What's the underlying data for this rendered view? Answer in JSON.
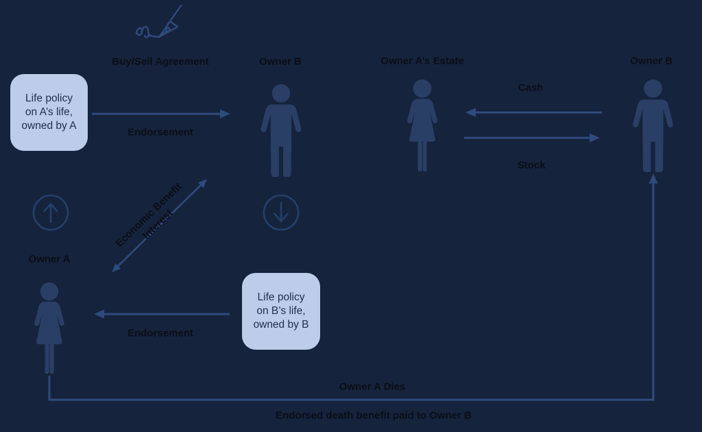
{
  "colors": {
    "background": "#16233C",
    "arrow": "#2E4B7E",
    "figure": "#2A3F66",
    "circle_icon": "#23406C",
    "box_bg": "#BCCCE9",
    "box_text": "#253049",
    "label_text": "#0A0E16"
  },
  "labels": {
    "buy_sell_agreement": "Buy/Sell Agreement",
    "owner_b_policy_side": "Owner B",
    "owner_a_estate": "Owner A’s Estate",
    "owner_b_buyout_side": "Owner B",
    "owner_a": "Owner A",
    "cash": "Cash",
    "stock": "Stock",
    "endorsement_policy_a": "Endorsement",
    "endorsement_policy_b": "Endorsement",
    "economic_benefit_interest": "Economic Benefit\nInterest",
    "owner_a_dies": "Owner A Dies",
    "endorsed_death_benefit": "Endorsed death benefit paid to Owner B"
  },
  "boxes": {
    "policy_a": "Life policy\non A’s life,\nowned by A",
    "policy_b": "Life policy\non B’s life,\nowned by B"
  },
  "icons": {
    "pen": "pen-signature-icon",
    "male": "male-person-icon",
    "female": "female-person-icon",
    "circle_up": "circle-up-arrow-icon",
    "circle_down": "circle-down-arrow-icon"
  }
}
